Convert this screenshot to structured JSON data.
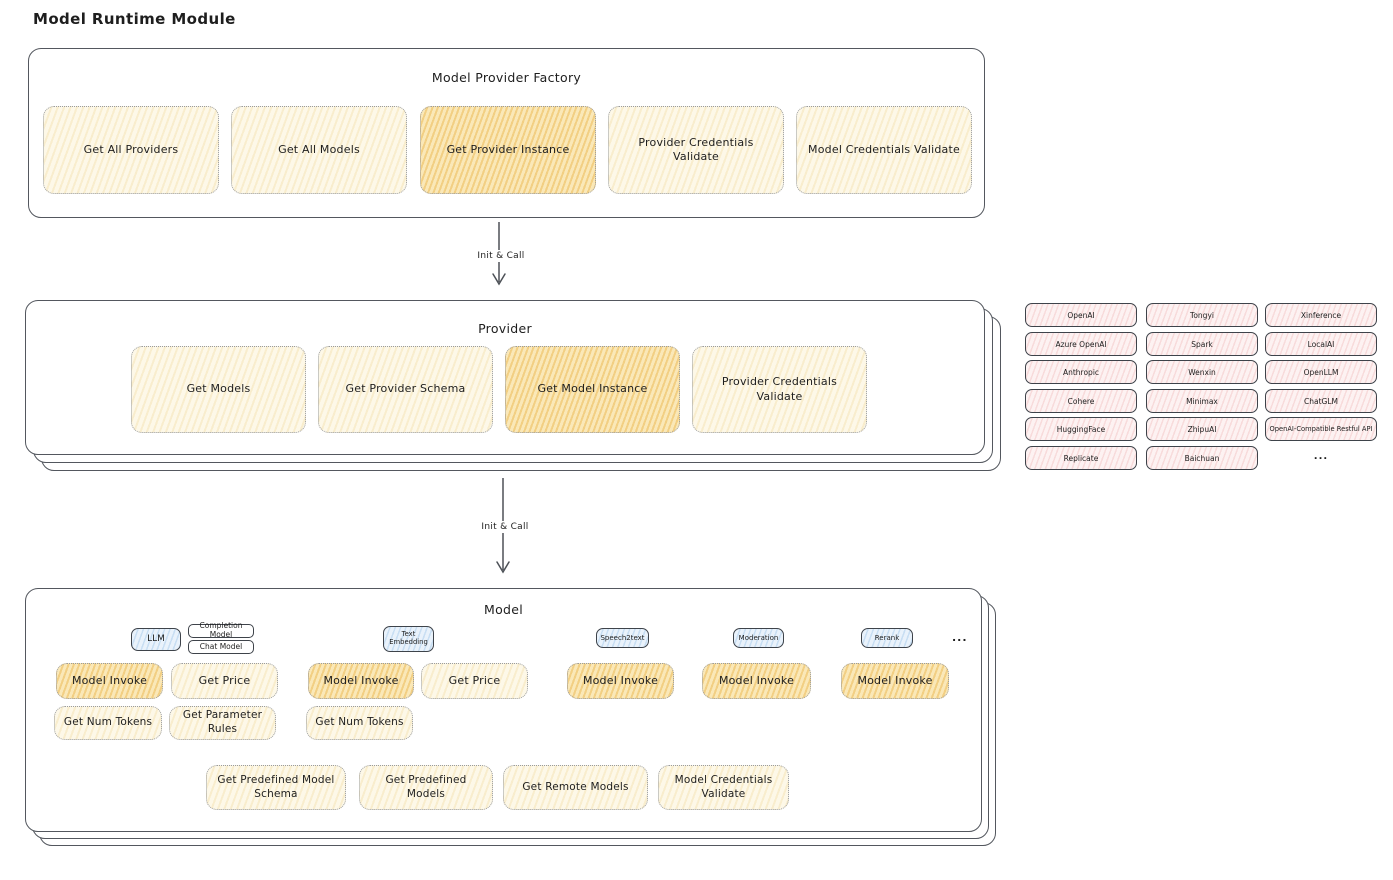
{
  "title": "Model Runtime Module",
  "colors": {
    "yellow_light": "#fdf8e8",
    "yellow_highlight": "#f9e6b4",
    "pink": "#fdf2f2",
    "blue": "#e9f2fb",
    "border_dark": "#3e434a",
    "border_dotted": "#989ba0"
  },
  "arrow1": {
    "label": "Init & Call"
  },
  "arrow2": {
    "label": "Init & Call"
  },
  "factory": {
    "title": "Model Provider Factory",
    "buttons": [
      {
        "label": "Get All Providers",
        "highlight": false
      },
      {
        "label": "Get All Models",
        "highlight": false
      },
      {
        "label": "Get Provider Instance",
        "highlight": true
      },
      {
        "label": "Provider Credentials Validate",
        "highlight": false
      },
      {
        "label": "Model Credentials Validate",
        "highlight": false
      }
    ]
  },
  "provider": {
    "title": "Provider",
    "buttons": [
      {
        "label": "Get Models",
        "highlight": false
      },
      {
        "label": "Get Provider Schema",
        "highlight": false
      },
      {
        "label": "Get Model Instance",
        "highlight": true
      },
      {
        "label": "Provider Credentials Validate",
        "highlight": false
      }
    ]
  },
  "provider_list": {
    "items": [
      "OpenAI",
      "Tongyi",
      "Xinference",
      "Azure OpenAI",
      "Spark",
      "LocalAI",
      "Anthropic",
      "Wenxin",
      "OpenLLM",
      "Cohere",
      "Minimax",
      "ChatGLM",
      "HuggingFace",
      "ZhipuAI",
      "OpenAI-Compatible Restful API",
      "Replicate",
      "Baichuan"
    ],
    "more": "..."
  },
  "model": {
    "title": "Model",
    "type_tags": {
      "llm": "LLM",
      "completion": "Completion Model",
      "chat": "Chat Model",
      "text_embedding": "Text Embedding",
      "speech2text": "Speech2text",
      "moderation": "Moderation",
      "rerank": "Rerank",
      "more": "..."
    },
    "ops": {
      "model_invoke": "Model Invoke",
      "get_price": "Get Price",
      "get_num_tokens": "Get Num Tokens",
      "get_parameter_rules": "Get Parameter Rules",
      "get_predefined_model_schema": "Get Predefined Model Schema",
      "get_predefined_models": "Get Predefined Models",
      "get_remote_models": "Get Remote Models",
      "model_credentials_validate": "Model Credentials Validate"
    }
  }
}
